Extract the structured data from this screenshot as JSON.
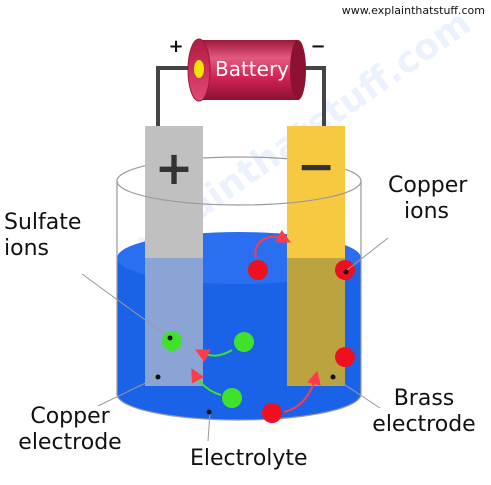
{
  "source_url": "www.explainthatstuff.com",
  "watermark": "explainthatstuff.com",
  "battery": {
    "label": "Battery",
    "positive_symbol": "+",
    "negative_symbol": "−"
  },
  "electrodes": {
    "anode_symbol": "+",
    "cathode_symbol": "−"
  },
  "labels": {
    "sulfate_ions": [
      "Sulfate",
      "ions"
    ],
    "copper_ions": [
      "Copper",
      "ions"
    ],
    "copper_electrode": [
      "Copper",
      "electrode"
    ],
    "brass_electrode": [
      "Brass",
      "electrode"
    ],
    "electrolyte": "Electrolyte"
  },
  "colors": {
    "electrolyte": "#1a63e8",
    "copper_electrode": "#c0c0c0",
    "brass_electrode": "#f7c940",
    "battery_body": "#d62457",
    "battery_terminal": "#f5e400",
    "copper_ion": "#ee1020",
    "sulfate_ion": "#3fe22a",
    "arrow": "#ff3b4b"
  }
}
